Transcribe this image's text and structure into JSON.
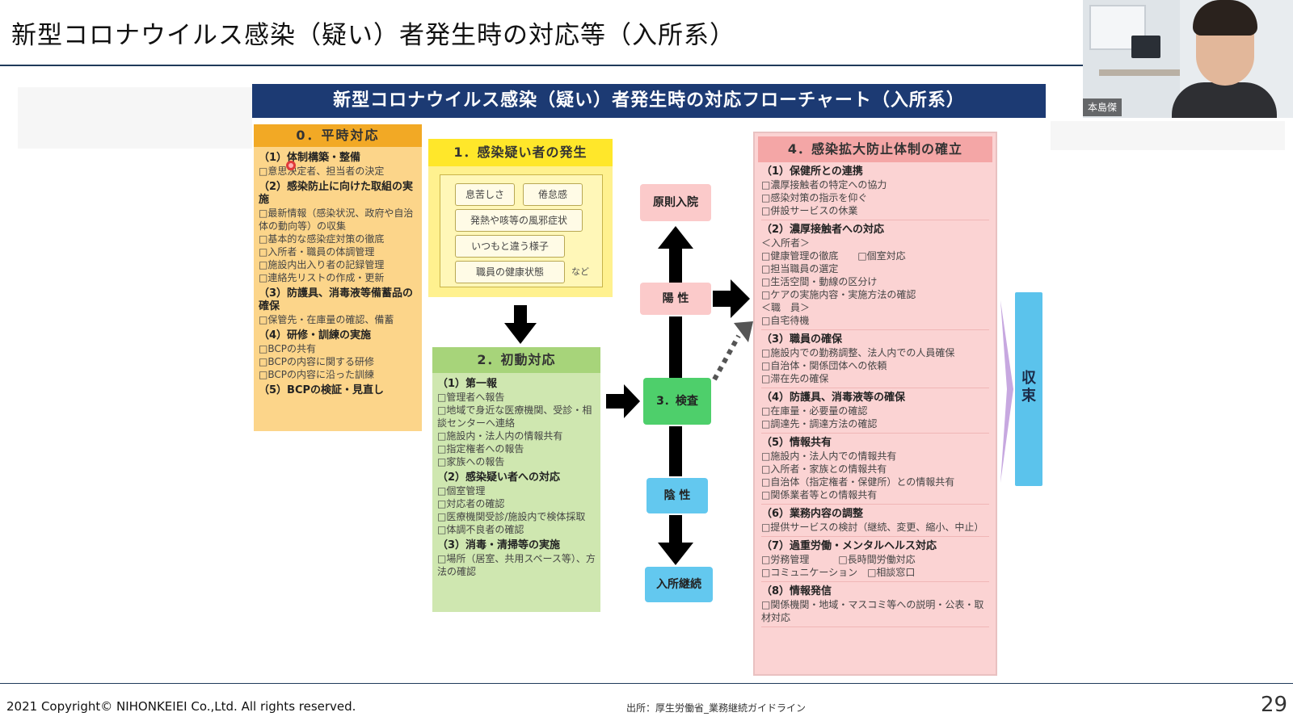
{
  "header": {
    "title": "新型コロナウイルス感染（疑い）者発生時の対応等（入所系）"
  },
  "video": {
    "name": "本島傑"
  },
  "chart": {
    "title": "新型コロナウイルス感染（疑い）者発生時の対応フローチャート（入所系）",
    "box0": {
      "header": "0．平時対応",
      "sections": [
        {
          "title": "（1）体制構築・整備",
          "items": [
            "□意思決定者、担当者の決定"
          ]
        },
        {
          "title": "（2）感染防止に向けた取組の実施",
          "items": [
            "□最新情報（感染状況、政府や自治体の動向等）の収集",
            "□基本的な感染症対策の徹底",
            "□入所者・職員の体調管理",
            "□施設内出入り者の記録管理",
            "□連絡先リストの作成・更新"
          ]
        },
        {
          "title": "（3）防護具、消毒液等備蓄品の確保",
          "items": [
            "□保管先・在庫量の確認、備蓄"
          ]
        },
        {
          "title": "（4）研修・訓練の実施",
          "items": [
            "□BCPの共有",
            "□BCPの内容に関する研修",
            "□BCPの内容に沿った訓練"
          ]
        },
        {
          "title": "（5）BCPの検証・見直し",
          "items": []
        }
      ]
    },
    "box1": {
      "header": "1．感染疑い者の発生",
      "chips": [
        "息苦しさ",
        "倦怠感",
        "発熱や咳等の風邪症状",
        "いつもと違う様子",
        "職員の健康状態",
        "など"
      ]
    },
    "box2": {
      "header": "2．初動対応",
      "sections": [
        {
          "title": "（1）第一報",
          "items": [
            "□管理者へ報告",
            "□地域で身近な医療機関、受診・相談センターへ連絡",
            "□施設内・法人内の情報共有",
            "□指定権者への報告",
            "□家族への報告"
          ]
        },
        {
          "title": "（2）感染疑い者への対応",
          "items": [
            "□個室管理",
            "□対応者の確認",
            "□医療機関受診/施設内で検体採取",
            "□体調不良者の確認"
          ]
        },
        {
          "title": "（3）消毒・清掃等の実施",
          "items": [
            "□場所（居室、共用スペース等）、方法の確認"
          ]
        }
      ]
    },
    "flow": {
      "genin": "原則入院",
      "yosei": "陽 性",
      "kensa": "3．検査",
      "insei": "陰 性",
      "nyusho": "入所継続"
    },
    "box4": {
      "header": "4．感染拡大防止体制の確立",
      "sections": [
        {
          "title": "（1）保健所との連携",
          "items": [
            "□濃厚接触者の特定への協力",
            "□感染対策の指示を仰ぐ",
            "□併設サービスの休業"
          ]
        },
        {
          "title": "（2）濃厚接触者への対応",
          "items": [
            "＜入所者＞",
            "□健康管理の徹底　　□個室対応",
            "□担当職員の選定",
            "□生活空間・動線の区分け",
            "□ケアの実施内容・実施方法の確認",
            "＜職　員＞",
            "□自宅待機"
          ]
        },
        {
          "title": "（3）職員の確保",
          "items": [
            "□施設内での勤務調整、法人内での人員確保",
            "□自治体・関係団体への依頼",
            "□滞在先の確保"
          ]
        },
        {
          "title": "（4）防護具、消毒液等の確保",
          "items": [
            "□在庫量・必要量の確認",
            "□調達先・調達方法の確認"
          ]
        },
        {
          "title": "（5）情報共有",
          "items": [
            "□施設内・法人内での情報共有",
            "□入所者・家族との情報共有",
            "□自治体（指定権者・保健所）との情報共有",
            "□関係業者等との情報共有"
          ]
        },
        {
          "title": "（6）業務内容の調整",
          "items": [
            "□提供サービスの検討（継続、変更、縮小、中止）"
          ]
        },
        {
          "title": "（7）過重労働・メンタルヘルス対応",
          "items": [
            "□労務管理　　　□長時間労働対応",
            "□コミュニケーション　□相談窓口"
          ]
        },
        {
          "title": "（8）情報発信",
          "items": [
            "□関係機関・地域・マスコミ等への説明・公表・取材対応"
          ]
        }
      ]
    },
    "shusoku": "収束"
  },
  "footer": {
    "copyright": "2021 Copyright© NIHONKEIEI Co.,Ltd. All rights reserved.",
    "source": "出所：厚生労働省_業務継続ガイドライン",
    "page": "29"
  }
}
